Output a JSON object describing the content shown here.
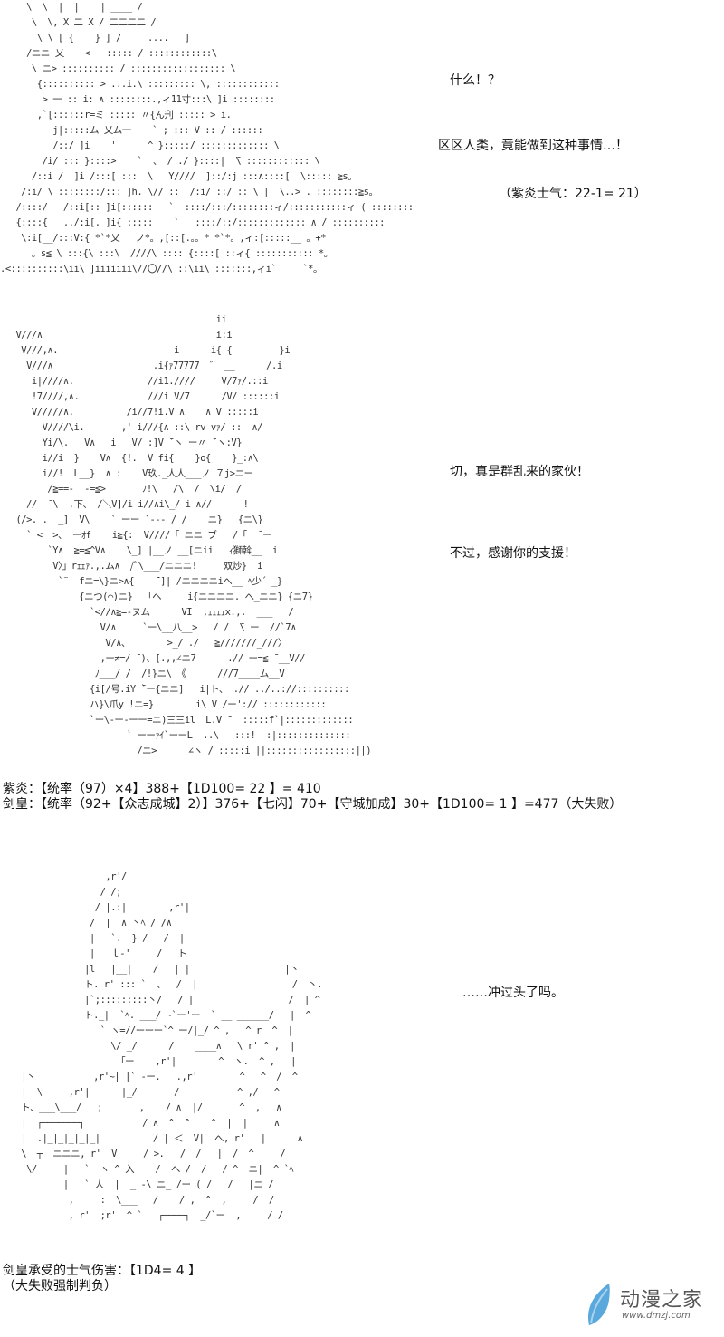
{
  "panel1": {
    "art": [
      "     \\  \\  |  |    | ____ /",
      "      \\  \\, X 二 X / 二二二二 /",
      "       \\ \\ [ {    } ] / __  ....___]",
      "     /ニニ 乂    <   ::::: / ::::::::::::\\",
      "      \\ ニ> :::::::::: / :::::::::::::::::: \\",
      "       {:::::::::: > ...i.\\ ::::::::: \\, ::::::::::::",
      "        > 一 :: i: ∧ ::::::::.,ィ11寸:::\\ ]i ::::::::",
      "       ,`[::::::r=ミ ::::: 〃{ん刋 ::::: > i.",
      "          j|:::::ム 乂ム一    ` ; ::: V :: / ::::::",
      "          /::/ ]i    '      ^ }:::::/ ::::::::::::: \\",
      "        /i/ ::: }::::>    `  、 / ./ }::::|  ̄\\ :::::::::::: \\",
      "      /::i /  ]i /:::[ :::  \\   Y////  ]::/:j :::∧::::[  \\::::: ≧s。",
      "    /:i/ \\ ::::::::/::: ]h. \\// ::  /:i/ ::/ :: \\ |  \\..> . ::::::::≧s。",
      "   /::::/   /::i[:: ]i[::::::   `  ::::/:::/::::::::ィ/:::::::::::ィ ( ::::::::",
      "   {::::{   ../:i[. ]i{ :::::    `   ::::/::/::::::::::::: ∧ / ::::::::::",
      "    \\:i[__/:::V:{ *`*乂   ノ*。,[::[.。。* *`*。,ィ:[:::::__ 。+*",
      "      。s≦ \\ :::{\\ :::\\  ////\\ :::: {::::[ ::ィ{ ::::::::::: *。",
      ".<::::::::::\\ii\\ ]iiiiiii\\//〇//\\ ::\\ii\\ :::::::,ィi`     `*。"
    ],
    "dialogue": [
      "什么！？",
      "区区人类，竟能做到这种事情…！"
    ],
    "morale": "（紫炎士气：22-1= 21）"
  },
  "panel2": {
    "art": [
      "                                         ii",
      "   V///∧                                 i:i",
      "    V///,∧.                      i      i{ {         }i",
      "     V///∧                   .i{ｧ77777  ゛ __      /.i",
      "      i|////∧.              //i1.////     V/7ｧ/.::i",
      "      !7////,∧.             ///i V/7      /V/ ::::::i",
      "      V/////∧.          /i//7!i.V ∧    ∧ V :::::i",
      "        V////\\i.       ,' i///{∧ ::\\ rv vｧ/ ::  ∧/",
      "        Yi/\\.   V∧   i   V/ :]V ̄`ヽ ー〃 ̄`ヽ:V}",
      "        i//i  }    V∧  {!.  V fi{    }o{    }_:∧\\",
      "        i//!  L__}  ∧ :    V玖._人人___ノ ７j>ニー",
      "         /≧==-  -=≦>       ﾉ!\\   /\\  /  \\i/  /",
      "     //  ̄ \\  .下、 /＼V]/i i//∧i\\_/ i ∧//      !",
      "   (/>. .  _]  V\\    ` ーー `--- / /    ニ}   {ニ\\}",
      "     ` <  >、 ーｵf    i≧{:  V////「 ニニ ブ   /「  ̄ ー",
      "         `Y∧  ≧=≦^V∧    \\_] |__ノ __[ニii   ｨ獅斡__  i",
      "          V〉」rｪｪｧ.,.ム∧  /ﾞ\\___/ニニニ!     双炒}  i",
      "           `¨  fニ=\\}ニ>∧{    ̄¨]| /ニニニニiへ__ ﾍ少´ _}",
      "               {ニつ(⌒)ニ}  「ヘ     i{ニニニニ. へ_ニニ} {ニ7}",
      "                 `<//∧≧=-ヌム      VI  ,ｪｪｪｪx.,.  ___   /",
      "                   V/∧     `ー\\__八__>   / /  ̄\\ ー  //`7∧",
      "                    V/∧、       >_/ ./   ≧///////_///〉",
      "                   ,ー≠=/ ̄ )、[.,,∠ニ7      .// ー=≦ ̄ __V//",
      "                  ﾉ___/ /  /!}ニ\\ 《      ///7____ム__V",
      "                 {i[/号.iY ̄`ー{ニニ]   i|ト、 .// ../..://::::::::::",
      "                 ハ}\\爪y !ニ=}        i\\ V /ー':// ::::::::::::",
      "                 `ー\\-ー-ーー=ニ)三三il  L.V ̄   :::::f`|:::::::::::::",
      "                        ` ーーｧｲ`ーーL  ..\\   :::!  :|::::::::::::::",
      "                          /ニ>      ∠ヽ / :::::i ||:::::::::::::::::||)"
    ],
    "dialogue": [
      "切，真是群乱来的家伙！",
      "不过，感谢你的支援！"
    ]
  },
  "stats": [
    "紫炎：【统率（97）×4】388+【1D100= 22 】= 410",
    "剑皇：【统率（92+【众志成城】2）】376+【七闪】70+【守城加成】30+【1D100= 1 】=477（大失败）"
  ],
  "panel3": {
    "art": [
      "                    ,r'/",
      "                   / /;",
      "                  / |.:|        ,r'|",
      "                 /  |  ∧ 丶ﾍ / /∧",
      "                 |   `.  } /   /  |",
      "                 |   ｌ-'     /   ト",
      "                |l   |__|    /   | |                  |丶",
      "                ト. r' ::: `  、  /  |                  /  丶.",
      "                |`;:::::::::丶/  _/ |                  /  | ^",
      "                ト._|  `ﾍ. ___/ ~`ー'ー  ` __ ______/   |  ^",
      "                   ` ヽ=//ーーー`^ ー/|_/ ^ ,   ^ r  ^  |",
      "                     \\/ _/      /    ____∧   \\ r' ^ ,  |",
      "                      「ー    ,r'|        ^  ヽ.  ^ ,   |",
      "    |丶           ,r'~|_|` -ー.___.,r'        ^   ^  /  ^",
      "    |  \\     ,r'|      |_/       /           ^ ,/   ^",
      "    ト、___\\___/   ;       ,    / ∧  |/       ^  ,   ∧",
      "    |  ┌───────┐           / ∧  ^  ^    ^  |  |     ∧",
      "    |  .|_|_|_|_|_|          / | ＜  V|  へ, r'   |      ∧",
      "    \\  ┬  ニニニ, r'  V     / >.   /  /   |  /  ^ ____/",
      "     \\/     |   `  ヽ ^ 入    /  へ /  /   / ^  ニ|  ^ `ﾍ",
      "            |   ` 人  |  _ -\\ ニ_ /ー ( /   /   |ニ /",
      "             ,     :  \\___   /    / ,  ^  ,     /  /",
      "             , r'  ;r'  ^ `   ┌────┐  _/`ー  ,     / /"
    ],
    "dialogue": "……冲过头了吗。"
  },
  "footer": {
    "damage": "剑皇承受的士气伤害：【1D4= 4 】",
    "note": "（大失败强制判负）"
  },
  "watermark": {
    "name": "动漫之家",
    "url": "www.dmzj.com",
    "color": "#5aa8dc"
  }
}
